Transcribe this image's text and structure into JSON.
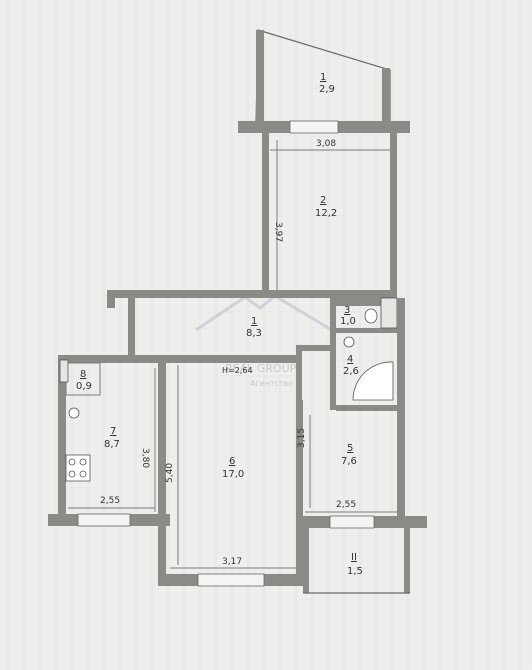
{
  "rooms": [
    {
      "id": "1-top",
      "number": "1",
      "area": "2,9"
    },
    {
      "id": "2",
      "number": "2",
      "area": "12,2"
    },
    {
      "id": "3",
      "number": "3",
      "area": "1,0"
    },
    {
      "id": "4",
      "number": "4",
      "area": "2,6"
    },
    {
      "id": "1-hall",
      "number": "1",
      "area": "8,3"
    },
    {
      "id": "5",
      "number": "5",
      "area": "7,6"
    },
    {
      "id": "6",
      "number": "6",
      "area": "17,0"
    },
    {
      "id": "7",
      "number": "7",
      "area": "8,7"
    },
    {
      "id": "8",
      "number": "8",
      "area": "0,9"
    },
    {
      "id": "II",
      "number": "II",
      "area": "1,5"
    }
  ],
  "dimensions": {
    "d308": "3,08",
    "d397": "3,97",
    "d380": "3,80",
    "d540": "5,40",
    "d315": "3,15",
    "d255a": "2,55",
    "d255b": "2,55",
    "d317": "3,17"
  },
  "ceiling_height": "H=2,64",
  "watermark": {
    "brand": "REAL GROUP",
    "sub": "Агентство"
  },
  "colors": {
    "background": "#eeeeec",
    "wall": "#8a8a86",
    "grid": "#d9dbe0"
  }
}
